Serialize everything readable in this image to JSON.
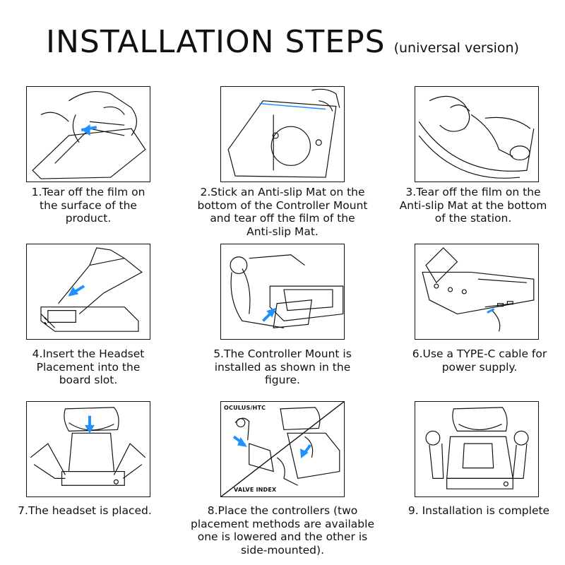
{
  "header": {
    "title": "INSTALLATION STEPS",
    "subtitle": "(universal version)"
  },
  "colors": {
    "arrow": "#1e90ff",
    "line": "#111111"
  },
  "steps": [
    {
      "lines": [
        "1.Tear off the film on",
        "the surface of the",
        "product."
      ]
    },
    {
      "lines": [
        "2.Stick an Anti-slip Mat on the",
        "bottom of the Controller Mount",
        "and tear off the film of the",
        "Anti-slip Mat."
      ]
    },
    {
      "lines": [
        "3.Tear off the film on the",
        "Anti-slip Mat at the bottom",
        "of the station."
      ]
    },
    {
      "lines": [
        "4.Insert the Headset",
        "Placement into the",
        "board slot."
      ]
    },
    {
      "lines": [
        "5.The Controller Mount is",
        "installed as shown in the",
        "figure."
      ]
    },
    {
      "lines": [
        "6.Use a TYPE-C cable for",
        "power supply."
      ]
    },
    {
      "lines": [
        "7.The headset is placed."
      ]
    },
    {
      "lines": [
        "8.Place the controllers (two",
        "placement methods are available",
        "one is lowered and the other is",
        "side-mounted)."
      ]
    },
    {
      "lines": [
        "9. Installation is complete"
      ]
    }
  ],
  "panel8_labels": {
    "top": "OCULUS/HTC",
    "bottom": "VALVE INDEX"
  }
}
